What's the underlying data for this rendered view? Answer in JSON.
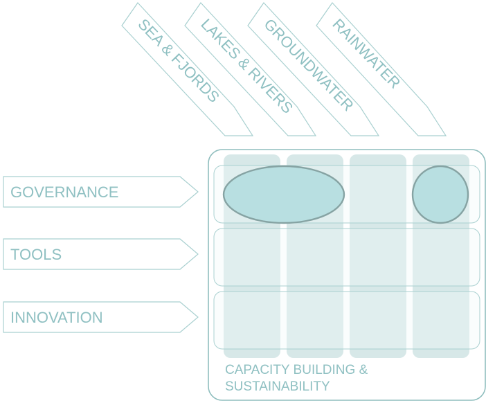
{
  "water_domains": [
    {
      "label": "SEA & FJORDS"
    },
    {
      "label": "LAKES & RIVERS"
    },
    {
      "label": "GROUNDWATER"
    },
    {
      "label": "RAINWATER"
    }
  ],
  "themes": [
    {
      "label": "GOVERNANCE"
    },
    {
      "label": "TOOLS"
    },
    {
      "label": "INNOVATION"
    }
  ],
  "capacity": {
    "line1": "CAPACITY BUILDING &",
    "line2": "SUSTAINABILITY"
  },
  "colors": {
    "arrow_stroke": "#a9d0d0",
    "text": "#8fc0c2",
    "column_fill": "#bcd9d9",
    "highlight_fill": "#b8dfe1",
    "highlight_stroke": "#86a3a3"
  }
}
